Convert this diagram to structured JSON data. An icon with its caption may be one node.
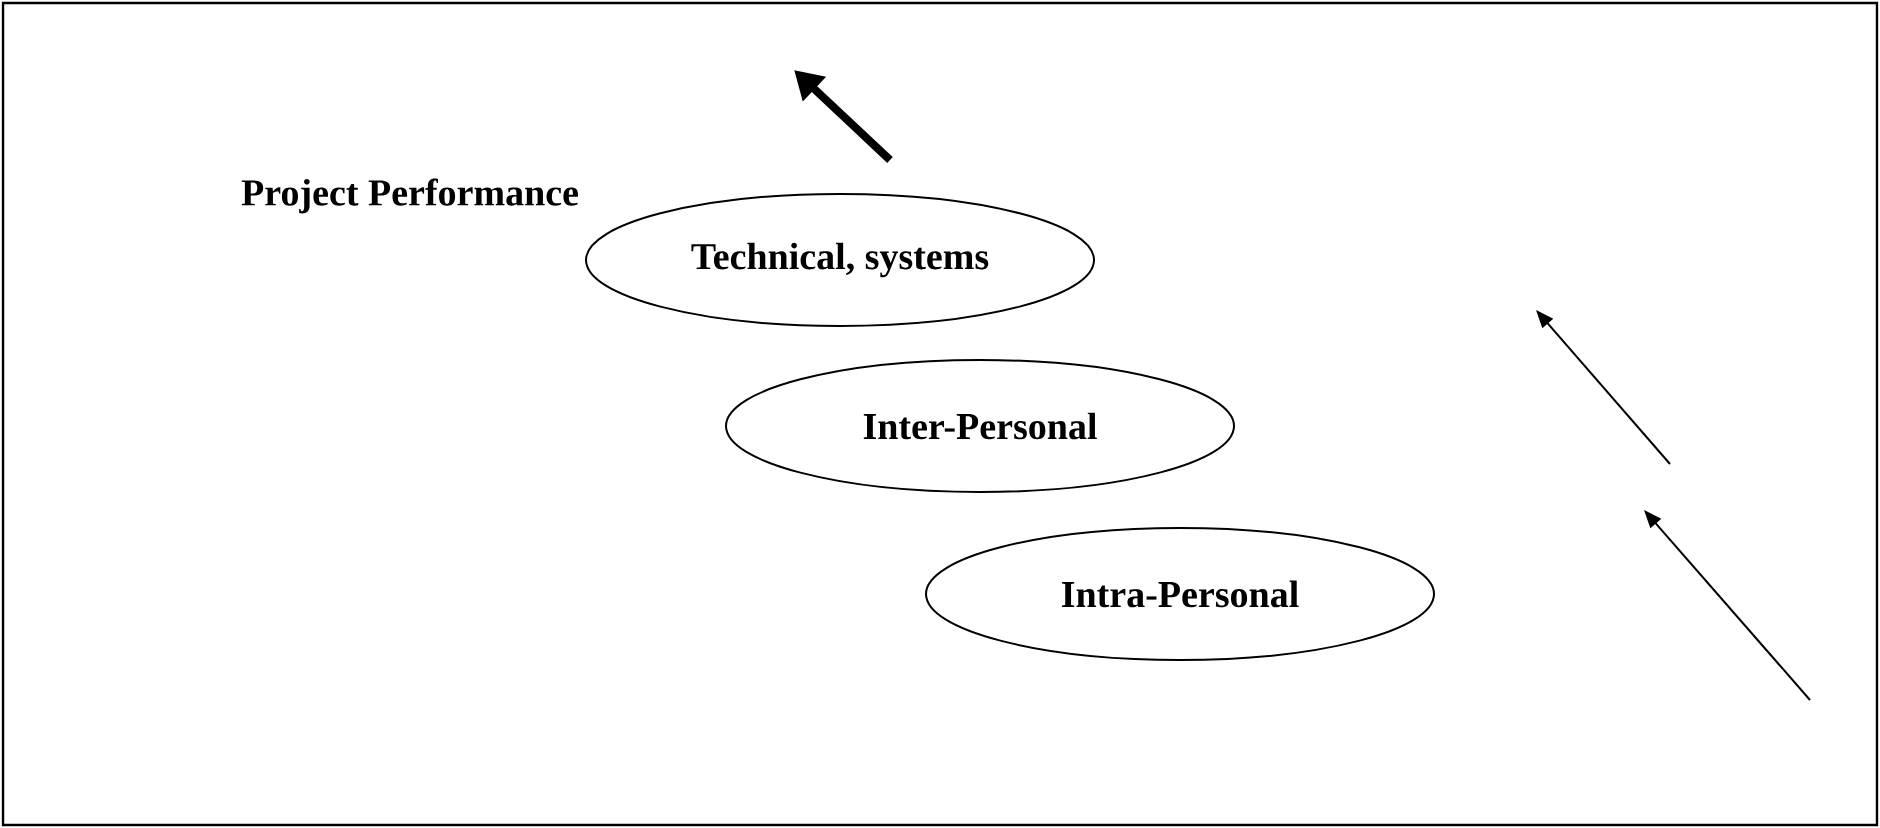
{
  "diagram": {
    "nodes": [
      {
        "text": [
          "Project Performance"
        ]
      },
      {
        "text": [
          "Technical, systems"
        ]
      },
      {
        "text": [
          "Inter-Personal"
        ]
      },
      {
        "text": [
          "Intra-Personal"
        ]
      }
    ]
  }
}
